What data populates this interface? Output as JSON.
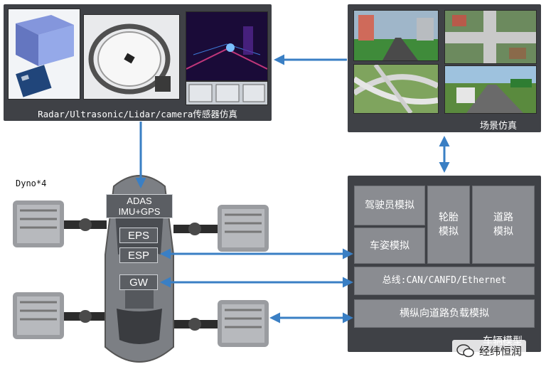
{
  "sensor_panel": {
    "label": "Radar/Ultrasonic/Lidar/camera传感器仿真"
  },
  "scene_panel": {
    "label": "场景仿真"
  },
  "dyno_label": "Dyno*4",
  "car": {
    "adas_label": "ADAS",
    "imu_label": "IMU+GPS",
    "eps_label": "EPS",
    "esp_label": "ESP",
    "gw_label": "GW"
  },
  "vehicle_model": {
    "driver": "驾驶员模拟",
    "tire_line1": "轮胎",
    "tire_line2": "模拟",
    "road_line1": "道路",
    "road_line2": "模拟",
    "posture": "车姿模拟",
    "bus": "总线:CAN/CANFD/Ethernet",
    "load": "横纵向道路负载模拟",
    "title": "车辆模型"
  },
  "watermark": "经纬恒润",
  "colors": {
    "arrow": "#3a7fc4",
    "panel": "#3f4146",
    "box": "#8a8c91"
  }
}
